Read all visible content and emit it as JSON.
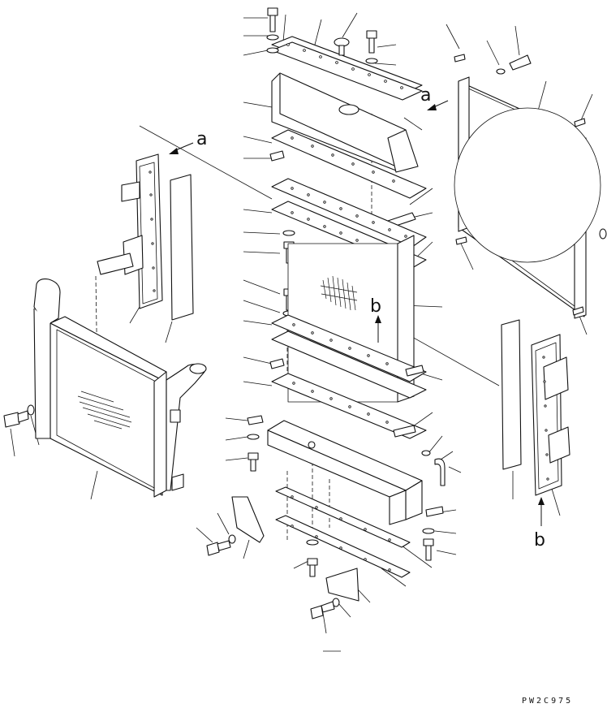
{
  "diagram": {
    "view_labels": {
      "a_left": "a",
      "a_right": "a",
      "b_center": "b",
      "b_right": "b"
    },
    "drawing_code": "PW2C975"
  }
}
